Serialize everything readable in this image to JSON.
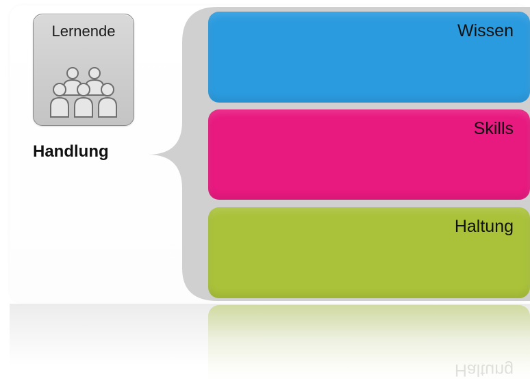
{
  "card": {
    "title": "Lernende",
    "icon": "people-group-icon"
  },
  "handlung_label": "Handlung",
  "bars": [
    {
      "label": "Wissen",
      "color": "#2b9bdf"
    },
    {
      "label": "Skills",
      "color": "#e8197f"
    },
    {
      "label": "Haltung",
      "color": "#a9c23a"
    }
  ],
  "reflection_label": "Haltung"
}
